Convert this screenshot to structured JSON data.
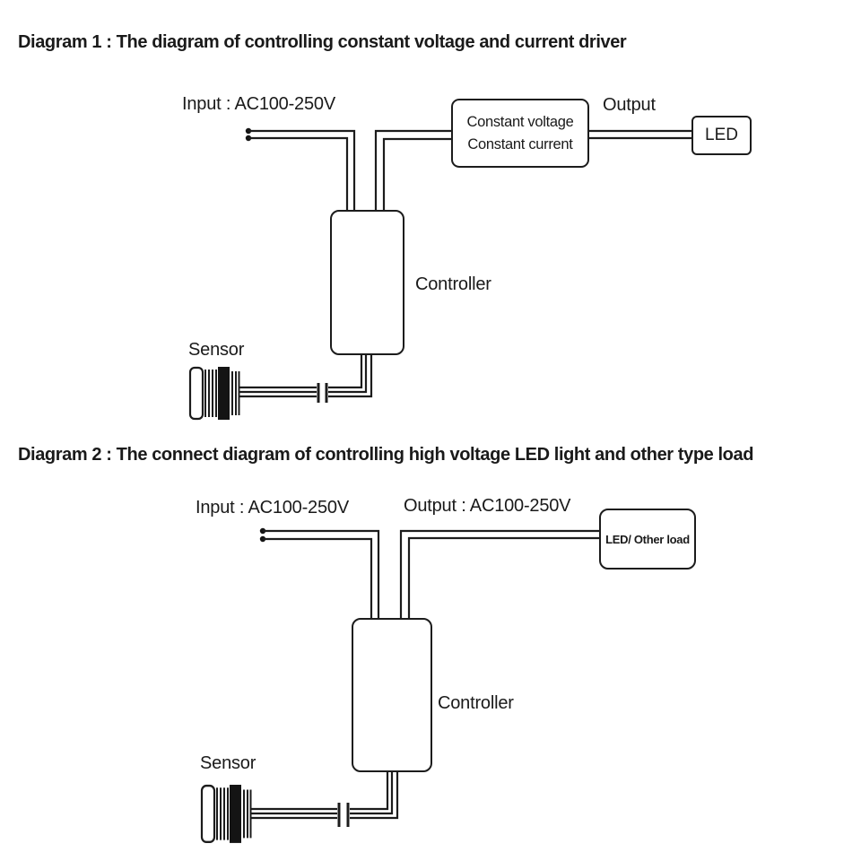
{
  "colors": {
    "line": "#1c1c1c",
    "background": "#ffffff"
  },
  "diagram1": {
    "title": "Diagram 1 : The diagram of controlling constant voltage and current driver",
    "input_label": "Input : AC100-250V",
    "output_label": "Output",
    "driver_line1": "Constant voltage",
    "driver_line2": "Constant current",
    "led_label": "LED",
    "controller_label": "Controller",
    "sensor_label": "Sensor"
  },
  "diagram2": {
    "title": "Diagram 2 : The connect diagram of controlling high voltage LED light and other type load",
    "input_label": "Input : AC100-250V",
    "output_label": "Output : AC100-250V",
    "load_label": "LED/ Other load",
    "controller_label": "Controller",
    "sensor_label": "Sensor"
  }
}
